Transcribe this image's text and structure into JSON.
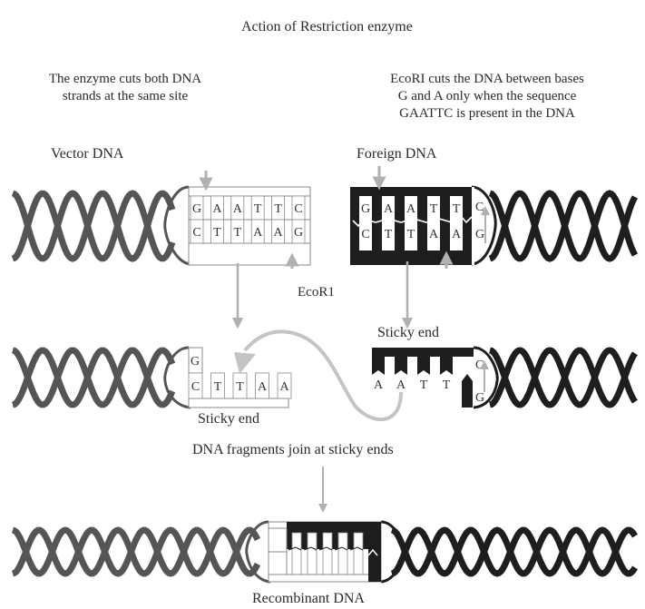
{
  "title": "Action of Restriction enzyme",
  "left_note": [
    "The enzyme cuts both DNA",
    "strands at the same site"
  ],
  "right_note": [
    "EcoRI cuts the DNA between bases",
    "G and A only when the sequence",
    "GAATTC is present in the DNA"
  ],
  "vector_label": "Vector DNA",
  "foreign_label": "Foreign DNA",
  "enzyme_label": "EcoR1",
  "sticky_end_label_left": "Sticky end",
  "sticky_end_label_right": "Sticky end",
  "join_label": "DNA fragments join at sticky ends",
  "recombinant_label": "Recombinant DNA",
  "vector_site": {
    "top_strand": [
      "G",
      "A",
      "A",
      "T",
      "T",
      "C"
    ],
    "bottom_strand": [
      "C",
      "T",
      "T",
      "A",
      "A",
      "G"
    ]
  },
  "foreign_site": {
    "top_strand": [
      "G",
      "A",
      "A",
      "T",
      "T",
      "C"
    ],
    "bottom_strand": [
      "C",
      "T",
      "T",
      "A",
      "A",
      "G"
    ]
  },
  "vector_cut": {
    "top": [
      "G"
    ],
    "bottom": [
      "C",
      "T",
      "T",
      "A",
      "A"
    ]
  },
  "foreign_cut": {
    "overhang": [
      "A",
      "A",
      "T",
      "T"
    ],
    "right": [
      "C",
      "G"
    ]
  },
  "colors": {
    "vector_helix": "#555555",
    "foreign_helix": "#1e1e1e",
    "arrow": "#b0b0b0",
    "curved_arrow": "#c4c4c4",
    "box_line": "#8a8a8a"
  }
}
